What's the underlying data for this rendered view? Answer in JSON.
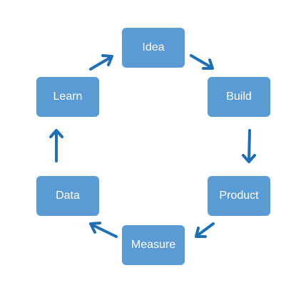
{
  "diagram": {
    "nodes": {
      "idea": "Idea",
      "build": "Build",
      "product": "Product",
      "measure": "Measure",
      "data": "Data",
      "learn": "Learn"
    },
    "colors": {
      "node_fill": "#5b9bd5",
      "node_text": "#ffffff",
      "arrow": "#1f6fb5"
    }
  }
}
